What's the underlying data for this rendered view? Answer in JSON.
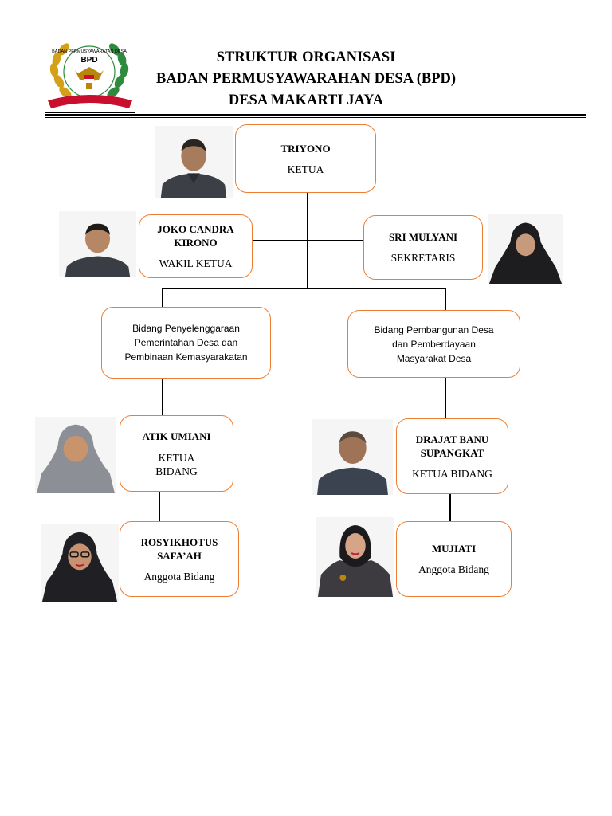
{
  "header": {
    "logo": {
      "icon": "bpd-garuda-emblem-icon",
      "ring_text": "BADAN PERMUSYAWARATAN DESA",
      "abbr": "BPD",
      "colors": {
        "wreath": "#d4a017",
        "leaves": "#2e8b3e",
        "ribbon": "#c8102e"
      }
    },
    "title_line1": "STRUKTUR ORGANISASI",
    "title_line2": "BADAN PERMUSYAWARAHAN DESA (BPD)",
    "title_line3": "DESA MAKARTI JAYA"
  },
  "accent_color": "#ED7D31",
  "chair": {
    "name": "TRIYONO",
    "role": "KETUA",
    "photo": "photo-man-icon"
  },
  "vice_chair": {
    "name_line1": "JOKO CANDRA",
    "name_line2": "KIRONO",
    "role": "WAKIL KETUA",
    "photo": "photo-man-icon"
  },
  "secretary": {
    "name": "SRI MULYANI",
    "role": "SEKRETARIS",
    "photo": "photo-hijab-woman-icon"
  },
  "division_left": {
    "line1": "Bidang Penyelenggaraan",
    "line2": "Pemerintahan Desa dan",
    "line3": "Pembinaan Kemasyarakatan",
    "head": {
      "name": "ATIK UMIANI",
      "role_line1": "KETUA",
      "role_line2": "BIDANG",
      "photo": "photo-hijab-woman-icon"
    },
    "member": {
      "name_line1": "ROSYIKHOTUS",
      "name_line2": "SAFA’AH",
      "role": "Anggota Bidang",
      "photo": "photo-hijab-woman-icon"
    }
  },
  "division_right": {
    "line1": "Bidang Pembangunan Desa",
    "line2": "dan Pemberdayaan",
    "line3": "Masyarakat Desa",
    "head": {
      "name_line1": "DRAJAT BANU",
      "name_line2": "SUPANGKAT",
      "role": "KETUA BIDANG",
      "photo": "photo-man-icon"
    },
    "member": {
      "name": "MUJIATI",
      "role": "Anggota Bidang",
      "photo": "photo-hijab-woman-icon"
    }
  }
}
